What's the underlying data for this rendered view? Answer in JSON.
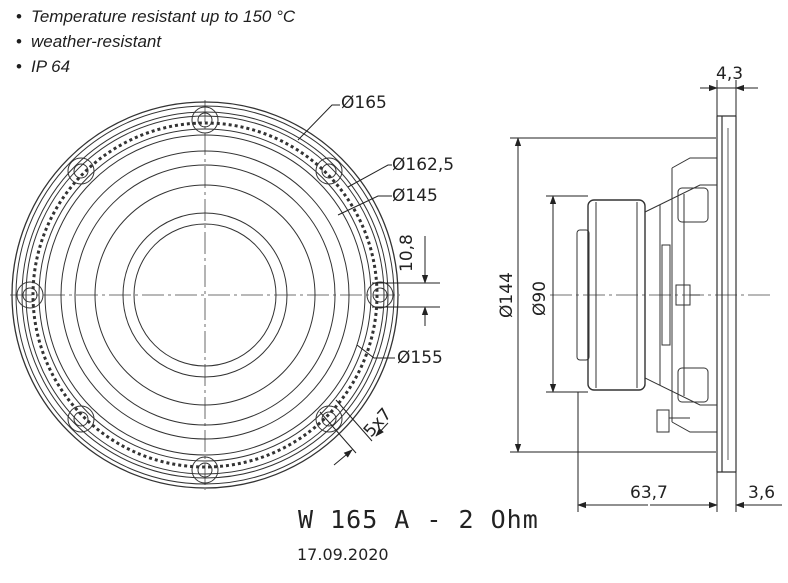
{
  "features": [
    {
      "text": "Temperature resistant up to 150 °C"
    },
    {
      "text": "weather-resistant"
    },
    {
      "text": "IP 64"
    }
  ],
  "bullet": "•",
  "front_view": {
    "dim_outer": "Ø165",
    "dim_162": "Ø162,5",
    "dim_145": "Ø145",
    "dim_155": "Ø155",
    "dim_10": "10,8",
    "dim_holes": "5x7"
  },
  "side_view": {
    "dim_144": "Ø144",
    "dim_90": "Ø90",
    "dim_depth": "63,7",
    "dim_flange": "3,6",
    "dim_top": "4,3"
  },
  "title": {
    "model": "W 165 A - 2 Ohm",
    "date": "17.09.2020"
  }
}
